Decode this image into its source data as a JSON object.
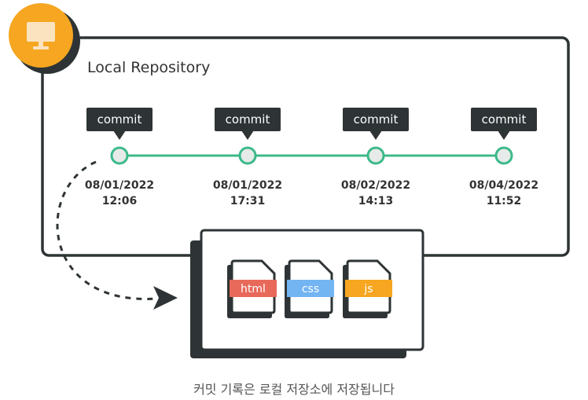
{
  "repo": {
    "title": "Local Repository"
  },
  "commits": [
    {
      "label": "commit",
      "date": "08/01/2022",
      "time": "12:06"
    },
    {
      "label": "commit",
      "date": "08/01/2022",
      "time": "17:31"
    },
    {
      "label": "commit",
      "date": "08/02/2022",
      "time": "14:13"
    },
    {
      "label": "commit",
      "date": "08/04/2022",
      "time": "11:52"
    }
  ],
  "files": [
    {
      "label": "html",
      "color": "#e8695a"
    },
    {
      "label": "css",
      "color": "#73b4f2"
    },
    {
      "label": "js",
      "color": "#f6a620"
    }
  ],
  "caption": "커밋 기록은 로컬 저장소에 저장됩니다",
  "colors": {
    "accent": "#f6a620",
    "timeline": "#3cb98a",
    "dark": "#2e3435"
  },
  "icons": {
    "badge": "monitor-icon"
  }
}
